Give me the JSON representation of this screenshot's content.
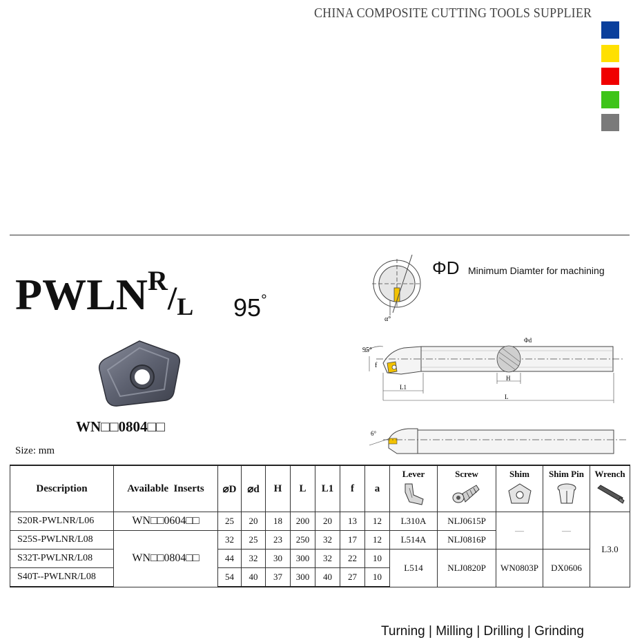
{
  "header": {
    "supplier": "CHINA COMPOSITE CUTTING TOOLS SUPPLIER",
    "swatches": [
      "#0a3f9c",
      "#ffe000",
      "#f00000",
      "#3ec419",
      "#7a7a7a"
    ]
  },
  "product": {
    "name": "PWLN",
    "hand_r": "R",
    "slash": "/",
    "hand_l": "L",
    "angle": "95",
    "degree": "°",
    "insert_code": "WN□□0804□□"
  },
  "diagram": {
    "phi_d": "ΦD",
    "phi_d_note": "Minimum Diamter for machining",
    "alpha": "α°",
    "angle_95": "95°",
    "f": "f",
    "phi_small_d": "Φd",
    "H": "H",
    "L1": "L1",
    "L": "L",
    "side_angle": "6°"
  },
  "size_note": "Size: mm",
  "table": {
    "headers": {
      "description": "Description",
      "inserts": "Available  Inserts",
      "D": "⌀D",
      "d": "⌀d",
      "H": "H",
      "L": "L",
      "L1": "L1",
      "f": "f",
      "a": "a",
      "lever": "Lever",
      "screw": "Screw",
      "shim": "Shim",
      "shim_pin": "Shim Pin",
      "wrench": "Wrench"
    },
    "rows": [
      {
        "description": "S20R-PWLNR/L06",
        "D": "25",
        "d": "20",
        "H": "18",
        "L": "200",
        "L1": "20",
        "f": "13",
        "a": "12",
        "lever": "L310A",
        "screw": "NLJ0615P"
      },
      {
        "description": "S25S-PWLNR/L08",
        "D": "32",
        "d": "25",
        "H": "23",
        "L": "250",
        "L1": "32",
        "f": "17",
        "a": "12",
        "lever": "L514A",
        "screw": "NLJ0816P"
      },
      {
        "description": "S32T-PWLNR/L08",
        "D": "44",
        "d": "32",
        "H": "30",
        "L": "300",
        "L1": "32",
        "f": "22",
        "a": "10"
      },
      {
        "description": "S40T--PWLNR/L08",
        "D": "54",
        "d": "40",
        "H": "37",
        "L": "300",
        "L1": "40",
        "f": "27",
        "a": "10"
      }
    ],
    "insert_06": "WN□□0604□□",
    "insert_08": "WN□□0804□□",
    "lever_shared": "L514",
    "screw_shared": "NLJ0820P",
    "shim_shared": "WN0803P",
    "shim_pin_shared": "DX0606",
    "wrench": "L3.0",
    "dash": "—"
  },
  "footer": "Turning | Milling | Drilling | Grinding"
}
